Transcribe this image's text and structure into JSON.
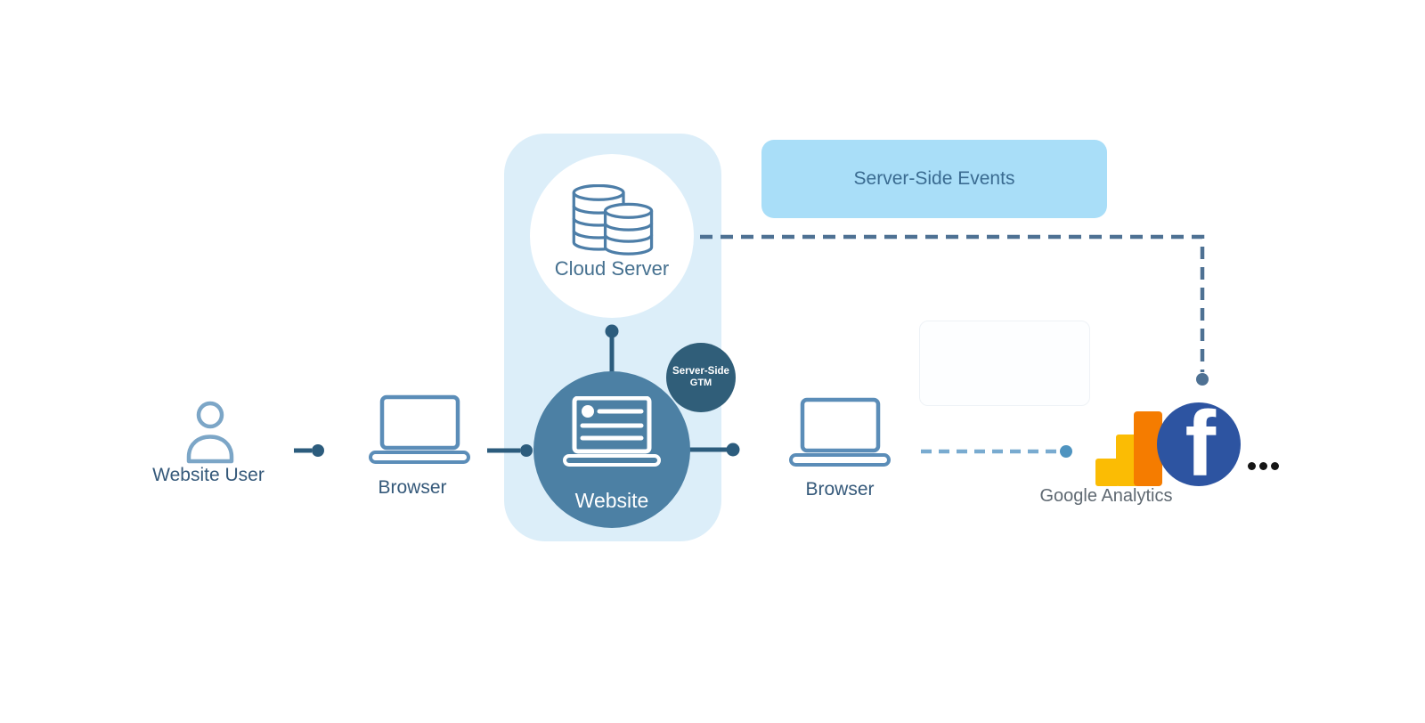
{
  "diagram": {
    "nodes": {
      "website_user": {
        "label": "Website User"
      },
      "browser_client": {
        "label": "Browser"
      },
      "website": {
        "label": "Website"
      },
      "server_side_gtm": {
        "line1": "Server-Side",
        "line2": "GTM"
      },
      "cloud_server": {
        "label": "Cloud Server"
      },
      "browser_server": {
        "label": "Browser"
      },
      "google_analytics": {
        "label": "Google Analytics"
      },
      "facebook": {
        "glyph": "f"
      }
    },
    "banner": {
      "label": "Server-Side Events"
    },
    "edges": [
      {
        "from": "website-user",
        "to": "browser",
        "style": "solid-dot"
      },
      {
        "from": "browser",
        "to": "website",
        "style": "solid-dot"
      },
      {
        "from": "website",
        "to": "cloud-server",
        "style": "solid-dot"
      },
      {
        "from": "website",
        "to": "browser-2",
        "style": "solid-dot"
      },
      {
        "from": "cloud-server",
        "to": "facebook-and-others",
        "style": "dashed",
        "label": "Server-Side Events"
      },
      {
        "from": "browser-2",
        "to": "google-analytics",
        "style": "dashed"
      }
    ],
    "colors": {
      "panel": "#dceef9",
      "banner": "#a9def8",
      "website_circle": "#4c80a4",
      "gtm_badge": "#305e79",
      "connector_dark": "#2c5c7d",
      "dashed_dark": "#4e7193",
      "dashed_light": "#79abd0",
      "icon_outline": "#5b8db8",
      "label_text": "#35597a",
      "ga_yellow": "#fbbc04",
      "ga_orange": "#f57c00",
      "facebook_blue": "#2d54a1"
    }
  }
}
